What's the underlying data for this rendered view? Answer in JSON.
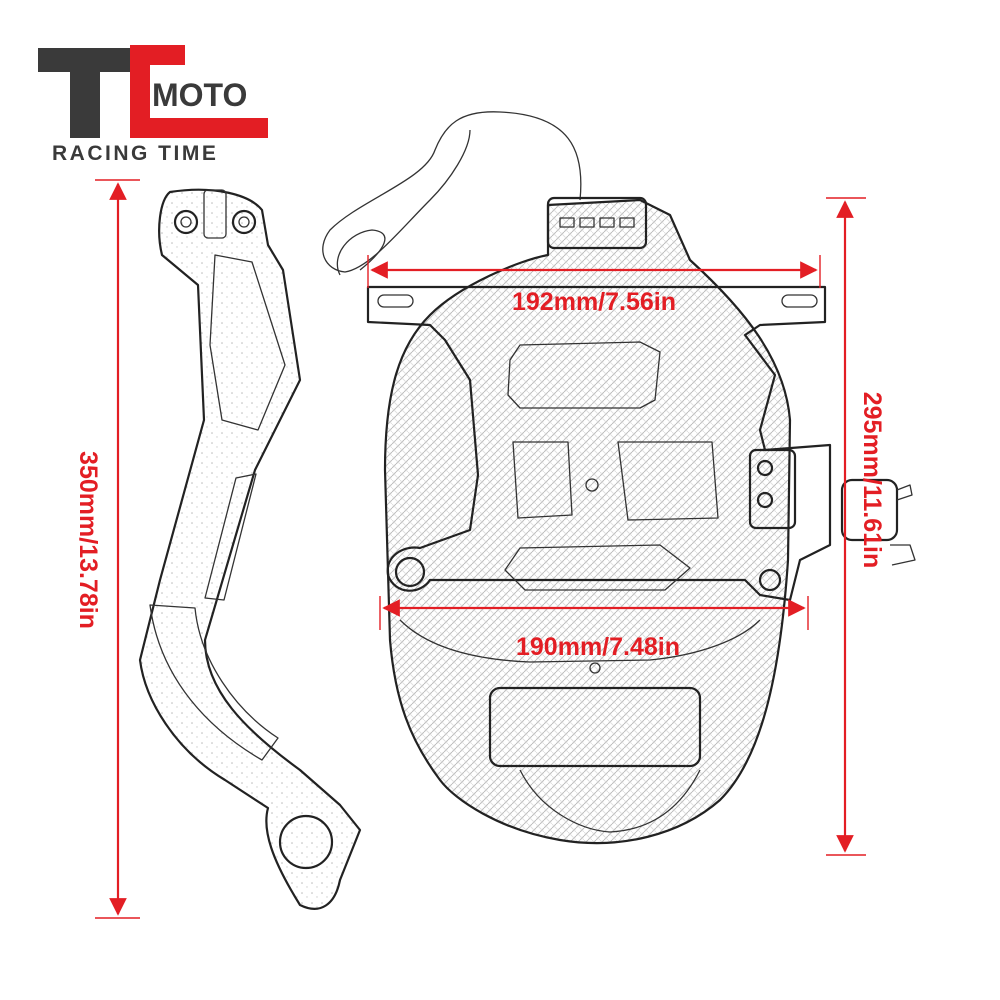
{
  "brand": {
    "letters": "TC",
    "name": "MOTO",
    "tagline": "RACING TIME",
    "colors": {
      "dark": "#3a3a3a",
      "red": "#e31e24"
    }
  },
  "dimensions": {
    "bracket_length": "350mm/13.78in",
    "plate_width_top": "192mm/7.56in",
    "plate_width_bottom": "190mm/7.48in",
    "overall_height": "295mm/11.61in"
  },
  "colors": {
    "dimension": "#e31e24",
    "sketch": "#222222"
  }
}
